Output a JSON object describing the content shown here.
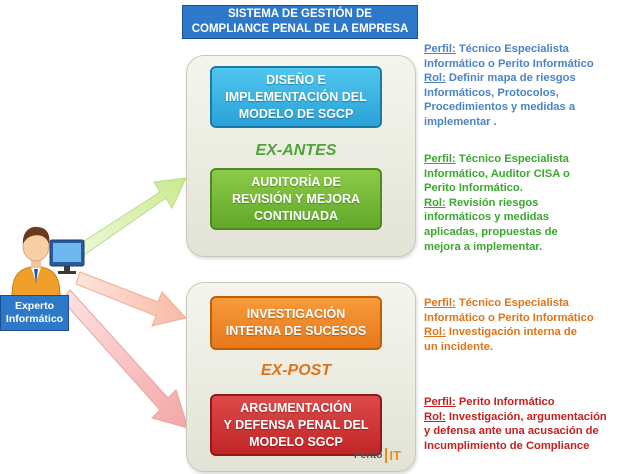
{
  "title": {
    "line1": "SISTEMA DE GESTIÓN DE",
    "line2": "COMPLIANCE PENAL DE LA EMPRESA"
  },
  "exante": {
    "phase_label": "EX-ANTES",
    "box1": [
      "DISEÑO E",
      "IMPLEMENTACIÓN DEL",
      "MODELO DE SGCP"
    ],
    "box2": [
      "AUDITORÍA DE",
      "REVISIÓN Y MEJORA",
      "CONTINUADA"
    ]
  },
  "expost": {
    "phase_label": "EX-POST",
    "box1": [
      "INVESTIGACIÓN",
      "INTERNA DE SUCESOS"
    ],
    "box2": [
      "ARGUMENTACIÓN",
      "Y DEFENSA PENAL DEL",
      "MODELO SGCP"
    ]
  },
  "expert": {
    "line1": "Experto",
    "line2": "Informático"
  },
  "descriptions": [
    {
      "perfil_key": "Perfil:",
      "rol_key": "Rol:",
      "lines": [
        " Técnico Especialista",
        "Informático o Perito  Informático",
        " Definir mapa de riesgos",
        "Informáticos, Protocolos,",
        "Procedimientos y medidas a",
        "implementar ."
      ],
      "color": "#4a83c6"
    },
    {
      "perfil_key": "Perfil:",
      "rol_key": "Rol:",
      "lines": [
        " Técnico Especialista",
        "Informático, Auditor CISA o",
        "Perito Informático.",
        " Revisión riesgos",
        "informáticos y medidas",
        "aplicadas, propuestas de",
        "mejora  a implementar."
      ],
      "color": "#3aa82f"
    },
    {
      "perfil_key": "Perfil:",
      "rol_key": "Rol:",
      "lines": [
        " Técnico Especialista",
        "Informático o Perito  Informático",
        " Investigación interna de",
        "un incidente."
      ],
      "color": "#e0741a"
    },
    {
      "perfil_key": "Perfil:",
      "rol_key": "Rol:",
      "lines": [
        " Perito  Informático",
        " Investigación, argumentación",
        "y defensa ante una acusación de",
        "Incumplimiento de Compliance"
      ],
      "color": "#c4201e"
    }
  ],
  "logo": {
    "part1": "Perito",
    "part2": "IT"
  }
}
